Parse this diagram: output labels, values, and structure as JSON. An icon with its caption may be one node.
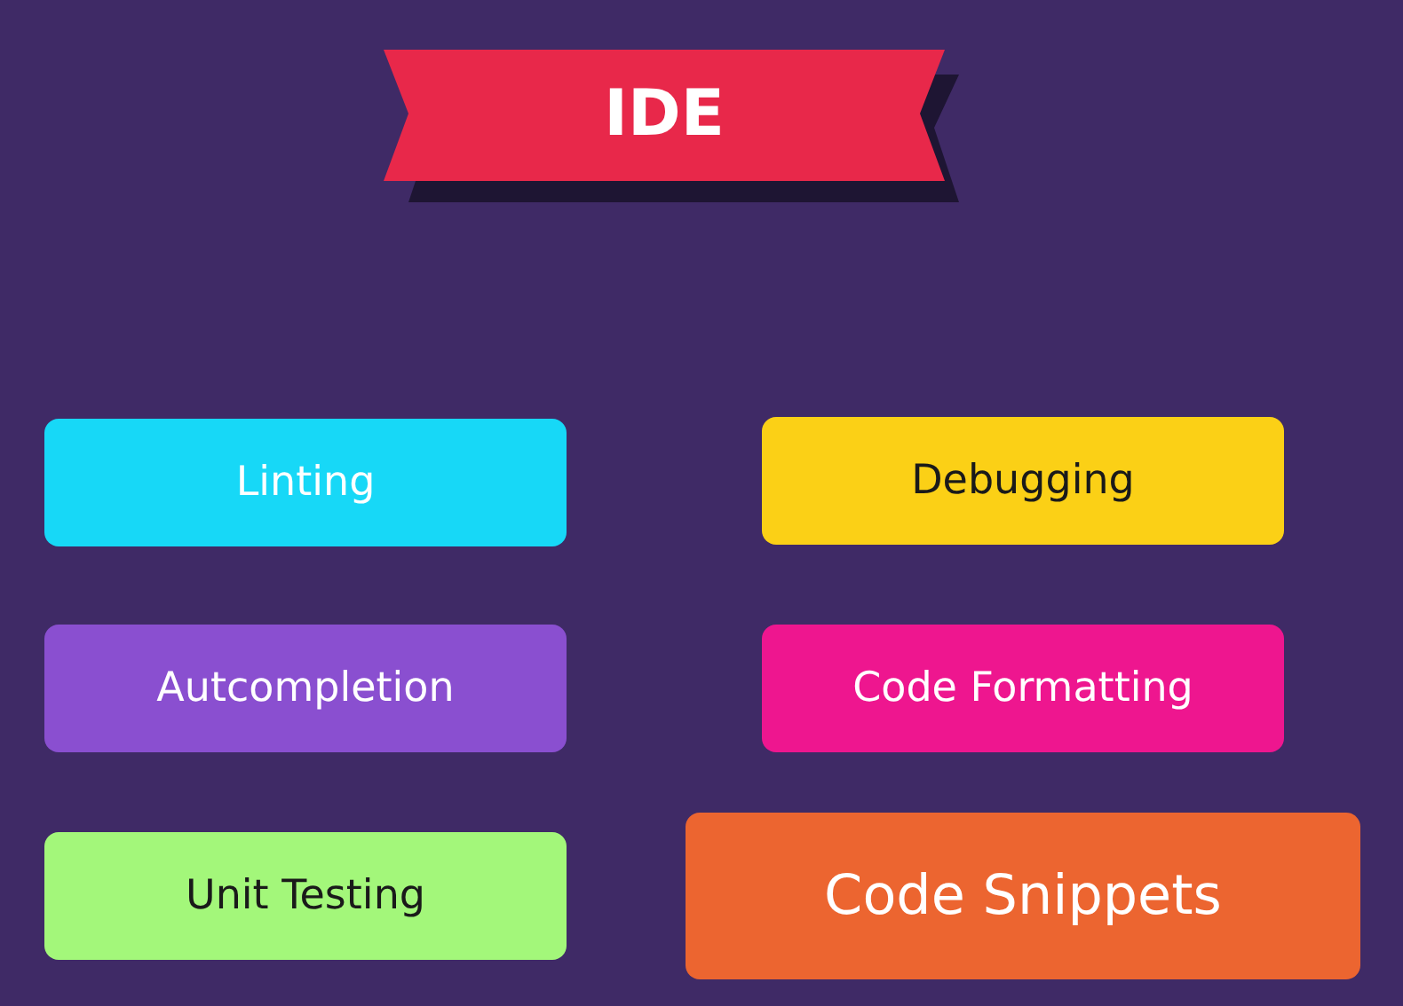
{
  "diagram": {
    "nodes": [
      {
        "text": [
          "IDE"
        ]
      },
      {
        "text": [
          "Linting"
        ]
      },
      {
        "text": [
          "Debugging"
        ]
      },
      {
        "text": [
          "Autcompletion"
        ]
      },
      {
        "text": [
          "Code Formatting"
        ]
      },
      {
        "text": [
          "Unit Testing"
        ]
      },
      {
        "text": [
          "Code Snippets"
        ]
      }
    ]
  }
}
